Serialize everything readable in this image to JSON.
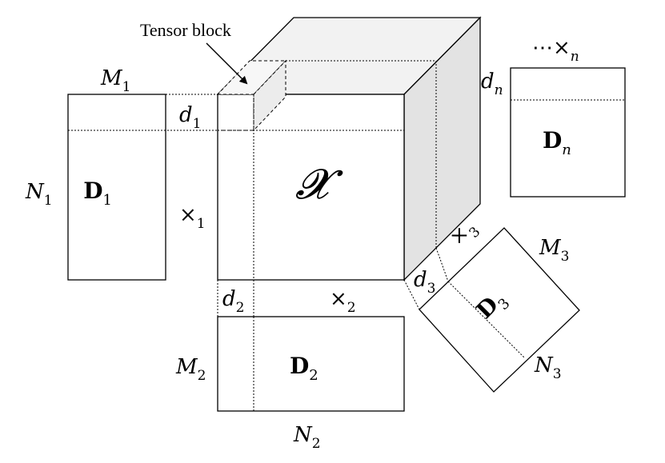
{
  "callout": {
    "text": "Tensor block"
  },
  "tensor": {
    "symbol": "𝓧"
  },
  "matrices": {
    "d1": {
      "name": "D",
      "sub": "1",
      "rows": "N",
      "rows_sub": "1",
      "cols": "M",
      "cols_sub": "1",
      "block": "d",
      "block_sub": "1",
      "op": "×",
      "op_sub": "1"
    },
    "d2": {
      "name": "D",
      "sub": "2",
      "rows": "M",
      "rows_sub": "2",
      "cols": "N",
      "cols_sub": "2",
      "block": "d",
      "block_sub": "2",
      "op": "×",
      "op_sub": "2"
    },
    "d3": {
      "name": "D",
      "sub": "3",
      "rows": "M",
      "rows_sub": "3",
      "cols": "N",
      "cols_sub": "3",
      "block": "d",
      "block_sub": "3",
      "op": "×",
      "op_sub": "3"
    },
    "dn": {
      "name": "D",
      "sub": "n",
      "block": "d",
      "block_sub": "n",
      "op": "⋯×",
      "op_sub": "n"
    }
  },
  "colors": {
    "stroke": "#000000",
    "top_face": "#f2f2f2",
    "side_face": "#e3e3e3",
    "block_top": "#f7f7f7",
    "block_side": "#ececec"
  }
}
